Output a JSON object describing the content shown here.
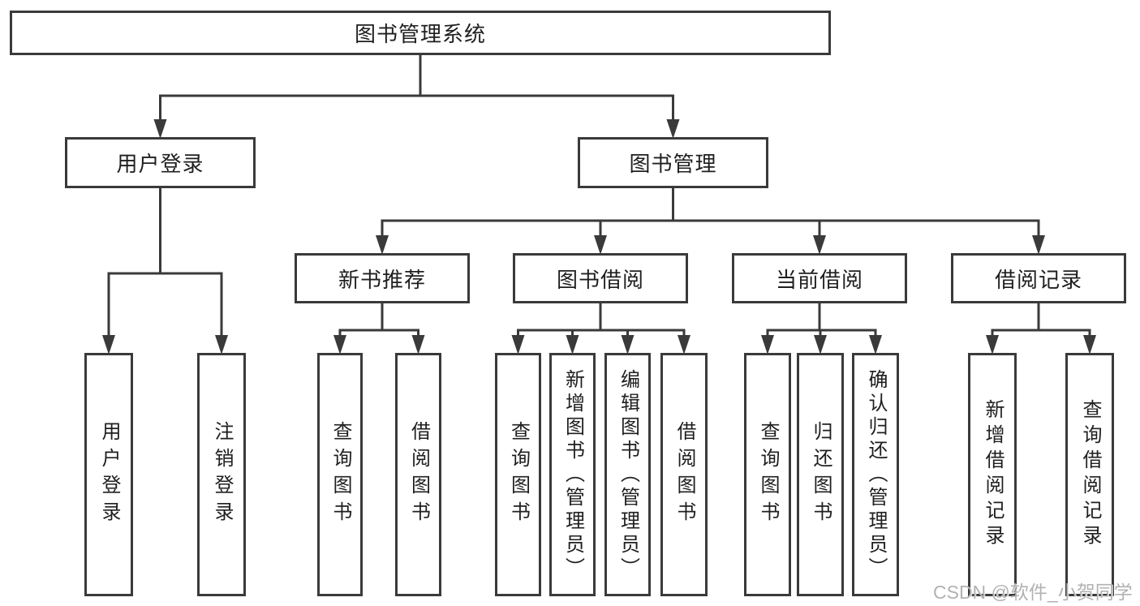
{
  "diagram": {
    "type": "hierarchy-diagram",
    "title": "图书管理系统"
  },
  "nodes": {
    "root": {
      "label": "图书管理系统"
    },
    "user-login": {
      "label": "用户登录"
    },
    "book-mgmt": {
      "label": "图书管理"
    },
    "new-book-rec": {
      "label": "新书推荐"
    },
    "book-borrow": {
      "label": "图书借阅"
    },
    "current-borrow": {
      "label": "当前借阅"
    },
    "borrow-records": {
      "label": "借阅记录"
    },
    "login-user": {
      "label": "用户登录"
    },
    "logout": {
      "label": "注销登录"
    },
    "rec-query-book": {
      "label": "查询图书"
    },
    "rec-borrow-book": {
      "label": "借阅图书"
    },
    "bb-query-book": {
      "label": "查询图书"
    },
    "bb-add-book": {
      "label": "新增图书（管理员）"
    },
    "bb-edit-book": {
      "label": "编辑图书（管理员）"
    },
    "bb-borrow-book": {
      "label": "借阅图书"
    },
    "cb-query-book": {
      "label": "查询图书"
    },
    "cb-return-book": {
      "label": "归还图书"
    },
    "cb-confirm-return": {
      "label": "确认归还（管理员）"
    },
    "br-add-record": {
      "label": "新增借阅记录"
    },
    "br-query-record": {
      "label": "查询借阅记录"
    }
  },
  "hierarchy": {
    "root": [
      "user-login",
      "book-mgmt"
    ],
    "user-login": [
      "login-user",
      "logout"
    ],
    "book-mgmt": [
      "new-book-rec",
      "book-borrow",
      "current-borrow",
      "borrow-records"
    ],
    "new-book-rec": [
      "rec-query-book",
      "rec-borrow-book"
    ],
    "book-borrow": [
      "bb-query-book",
      "bb-add-book",
      "bb-edit-book",
      "bb-borrow-book"
    ],
    "current-borrow": [
      "cb-query-book",
      "cb-return-book",
      "cb-confirm-return"
    ],
    "borrow-records": [
      "br-add-record",
      "br-query-record"
    ]
  },
  "colors": {
    "line": "#3a3a3a",
    "text": "#1f1f1f",
    "background": "#ffffff",
    "watermark": "#b2b2b2"
  },
  "watermark": "CSDN @软件_小贺同学"
}
